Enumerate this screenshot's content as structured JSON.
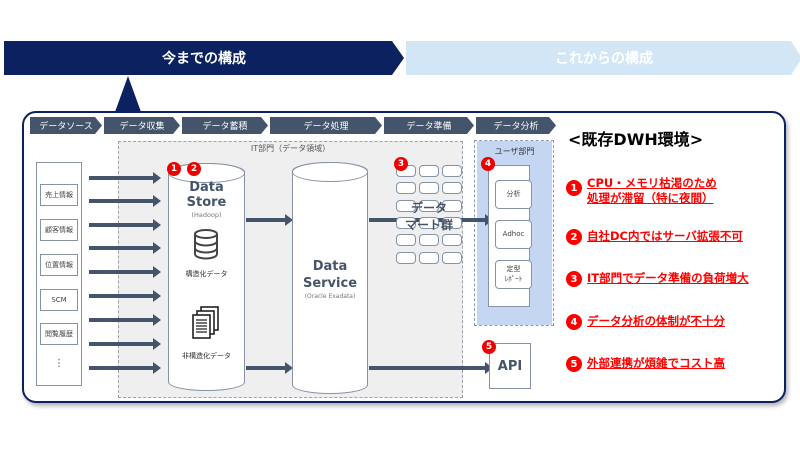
{
  "header": {
    "current_label": "今までの構成",
    "future_label": "これからの構成"
  },
  "steps": [
    "データソース",
    "データ収集",
    "データ蓄積",
    "データ処理",
    "データ準備",
    "データ分析"
  ],
  "it_area_label": "IT部門（データ領域）",
  "user_area_label": "ユーザ部門",
  "sources": [
    "売上情報",
    "顧客情報",
    "位置情報",
    "SCM",
    "閲覧履歴",
    "⋮"
  ],
  "data_store": {
    "title1": "Data",
    "title2": "Store",
    "subtitle": "(Hadoop)",
    "structured": "構造化データ",
    "unstructured": "非構造化データ"
  },
  "data_service": {
    "title1": "Data",
    "title2": "Service",
    "subtitle": "(Oracle Exadata)"
  },
  "data_mart": {
    "line1": "データ",
    "line2": "マート群"
  },
  "user_tools": [
    "分析",
    "Adhoc",
    "定型\nﾚﾎﾟｰﾄ"
  ],
  "api_label": "API",
  "badges": [
    "1",
    "2",
    "3",
    "4",
    "5"
  ],
  "issues_title": "<既存DWH環境>",
  "issues": [
    {
      "num": "1",
      "line1": "CPU・メモリ枯渇のため",
      "line2": "処理が滞留（特に夜間）"
    },
    {
      "num": "2",
      "line1": "自社DC内ではサーバ拡張不可"
    },
    {
      "num": "3",
      "line1": "IT部門でデータ準備の負荷増大"
    },
    {
      "num": "4",
      "line1": "データ分析の体制が不十分"
    },
    {
      "num": "5",
      "line1": "外部連携が煩雑でコスト高"
    }
  ],
  "colors": {
    "navy": "#0b2160",
    "step": "#44546a",
    "light_blue": "#d2e6f6",
    "alert": "#ff0000"
  }
}
